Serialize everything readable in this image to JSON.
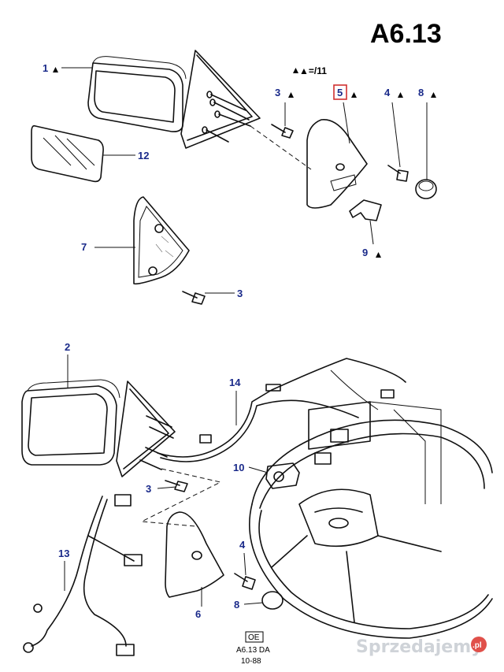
{
  "page_title": "A6.13",
  "legend_text": "▲=/11",
  "reference": {
    "box": "OE",
    "code": "A6.13 DA",
    "date": "10-88"
  },
  "watermark": "Sprzedajemy",
  "watermark_dot": ".pl",
  "callouts": {
    "c1": "1",
    "c2": "2",
    "c3a": "3",
    "c3b": "3",
    "c3c": "3",
    "c4a": "4",
    "c4b": "4",
    "c5": "5",
    "c6": "6",
    "c7": "7",
    "c8a": "8",
    "c8b": "8",
    "c9": "9",
    "c10": "10",
    "c12": "12",
    "c13": "13",
    "c14": "14"
  },
  "highlight_color": "#d03030",
  "callout_color": "#1a2a8a"
}
